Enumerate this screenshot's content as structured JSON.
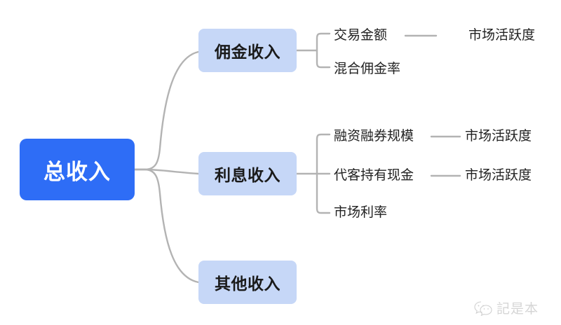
{
  "diagram": {
    "type": "mindmap",
    "background_color": "#ffffff",
    "root": {
      "label": "总收入",
      "fill_color": "#2E6DF6",
      "text_color": "#ffffff"
    },
    "branch_fill_color": "#C6D7F7",
    "connector_color": "#b3b3b3",
    "branches": [
      {
        "label": "佣金收入",
        "children": [
          {
            "label": "交易金额",
            "children": [
              {
                "label": "市场活跃度"
              }
            ]
          },
          {
            "label": "混合佣金率",
            "children": []
          }
        ]
      },
      {
        "label": "利息收入",
        "children": [
          {
            "label": "融资融券规模",
            "children": [
              {
                "label": "市场活跃度"
              }
            ]
          },
          {
            "label": "代客持有现金",
            "children": [
              {
                "label": "市场活跃度"
              }
            ]
          },
          {
            "label": "市场利率",
            "children": []
          }
        ]
      },
      {
        "label": "其他收入",
        "children": []
      }
    ]
  },
  "watermark": {
    "icon": "wechat-icon",
    "text": "記是本"
  }
}
